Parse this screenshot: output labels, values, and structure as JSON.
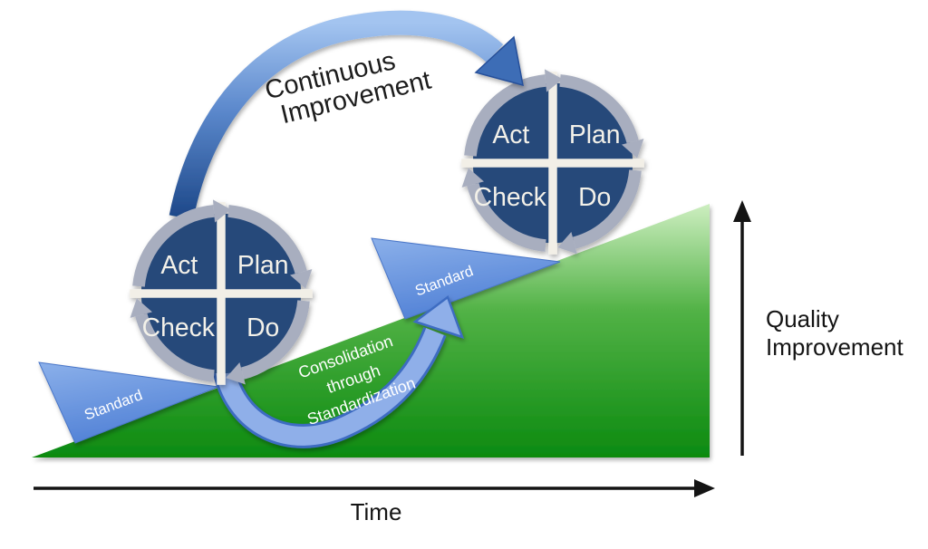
{
  "wheels": [
    {
      "name": "pdca-wheel-lower",
      "act": "Act",
      "plan": "Plan",
      "check": "Check",
      "do": "Do"
    },
    {
      "name": "pdca-wheel-upper",
      "act": "Act",
      "plan": "Plan",
      "check": "Check",
      "do": "Do"
    }
  ],
  "annotations": {
    "continuous_improvement": {
      "line1": "Continuous",
      "line2": "Improvement"
    },
    "consolidation": {
      "line1": "Consolidation",
      "line2": "through",
      "line3": "Standardization"
    },
    "standard_lower": "Standard",
    "standard_upper": "Standard"
  },
  "axes": {
    "x_label": "Time",
    "y_label": {
      "line1": "Quality",
      "line2": "Improvement"
    }
  },
  "colors": {
    "wheel_fill": "#27497a",
    "wheel_ring": "#a8aebf",
    "wheel_divider": "#f2efe7",
    "wheel_text": "#f3f1e9",
    "slope_green_top": "#cdeec0",
    "slope_green_mid": "#52b246",
    "slope_green_bottom": "#0c8a10",
    "wedge_blue_light": "#8bb0ea",
    "wedge_blue_dark": "#5181d6",
    "swoosh_blue_light": "#a3c4f0",
    "swoosh_blue_dark": "#1d4889",
    "u_arrow_fill": "#8fafe9",
    "u_arrow_border": "#3e6cc2",
    "axis_black": "#141414",
    "annotation_text": "#1c1c1c",
    "white_text": "#ffffff"
  }
}
